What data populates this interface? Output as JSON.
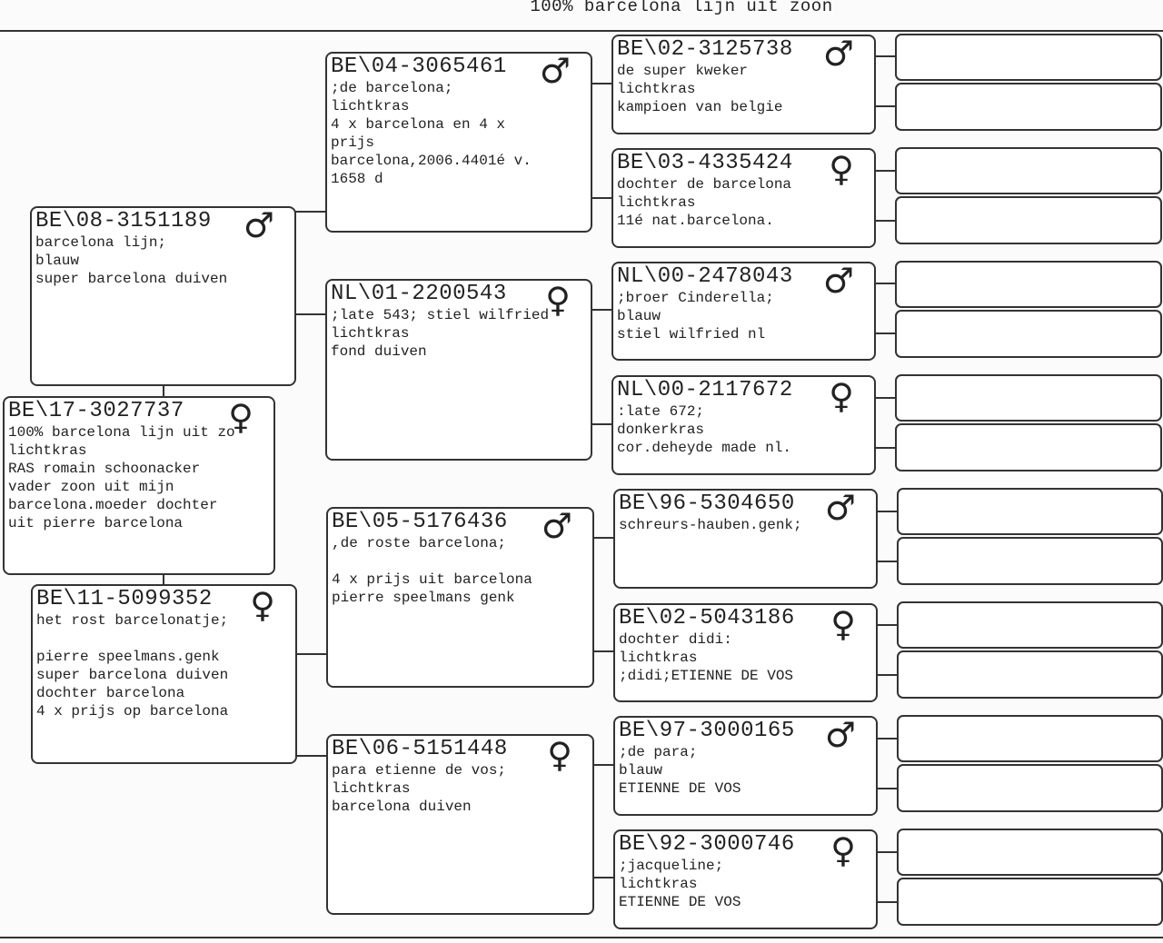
{
  "title": "100% barcelona lijn uit zoon",
  "subject": {
    "ring": "BE\\17-3027737",
    "sex": "♀",
    "lines": [
      "100% barcelona lijn uit zo",
      "lichtkras",
      "RAS romain schoonacker",
      "vader zoon uit mijn",
      "barcelona.moeder dochter",
      "uit pierre barcelona"
    ]
  },
  "father": {
    "ring": "BE\\08-3151189",
    "sex": "♂",
    "lines": [
      "barcelona lijn;",
      "blauw",
      "super barcelona duiven"
    ]
  },
  "mother": {
    "ring": "BE\\11-5099352",
    "sex": "♀",
    "lines": [
      "het rost barcelonatje;",
      "",
      "pierre speelmans.genk",
      "super barcelona duiven",
      "dochter barcelona",
      "4 x prijs op barcelona"
    ]
  },
  "gp": [
    {
      "ring": "BE\\04-3065461",
      "sex": "♂",
      "lines": [
        ";de barcelona;",
        "lichtkras",
        "4 x barcelona en 4 x",
        "prijs",
        "barcelona,2006.4401é v.",
        "1658 d"
      ]
    },
    {
      "ring": "NL\\01-2200543",
      "sex": "♀",
      "lines": [
        ";late 543; stiel wilfried",
        "lichtkras",
        "fond duiven"
      ]
    },
    {
      "ring": "BE\\05-5176436",
      "sex": "♂",
      "lines": [
        ",de roste barcelona;",
        "",
        "4 x prijs uit barcelona",
        "pierre speelmans genk"
      ]
    },
    {
      "ring": "BE\\06-5151448",
      "sex": "♀",
      "lines": [
        "para etienne de vos;",
        "lichtkras",
        "barcelona duiven"
      ]
    }
  ],
  "ggp": [
    {
      "ring": "BE\\02-3125738",
      "sex": "♂",
      "lines": [
        "de super kweker",
        "lichtkras",
        "kampioen van belgie"
      ]
    },
    {
      "ring": "BE\\03-4335424",
      "sex": "♀",
      "lines": [
        "dochter de barcelona",
        "lichtkras",
        "11é nat.barcelona."
      ]
    },
    {
      "ring": "NL\\00-2478043",
      "sex": "♂",
      "lines": [
        ";broer Cinderella;",
        "blauw",
        "stiel wilfried nl"
      ]
    },
    {
      "ring": "NL\\00-2117672",
      "sex": "♀",
      "lines": [
        ":late 672;",
        "donkerkras",
        "cor.deheyde made nl."
      ]
    },
    {
      "ring": "BE\\96-5304650",
      "sex": "♂",
      "lines": [
        "schreurs-hauben.genk;"
      ]
    },
    {
      "ring": "BE\\02-5043186",
      "sex": "♀",
      "lines": [
        "dochter didi:",
        "lichtkras",
        ";didi;ETIENNE DE VOS"
      ]
    },
    {
      "ring": "BE\\97-3000165",
      "sex": "♂",
      "lines": [
        ";de para;",
        "blauw",
        "ETIENNE DE VOS"
      ]
    },
    {
      "ring": "BE\\92-3000746",
      "sex": "♀",
      "lines": [
        ";jacqueline;",
        "lichtkras",
        "ETIENNE DE VOS"
      ]
    }
  ]
}
